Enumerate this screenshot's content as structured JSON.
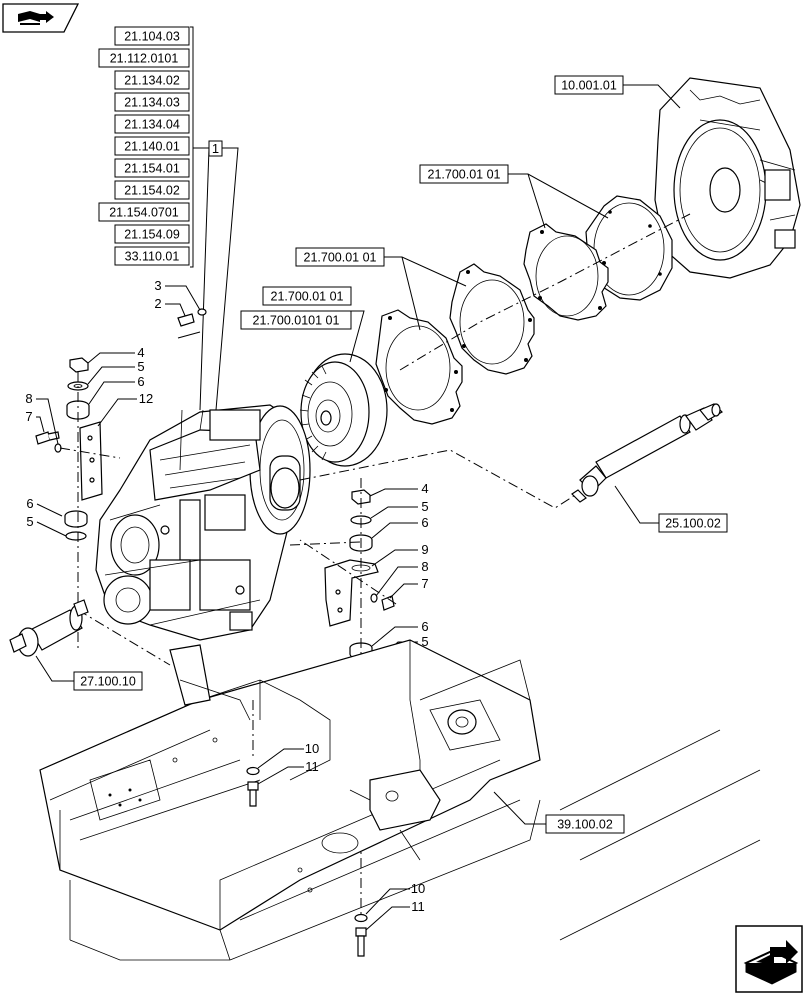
{
  "figure": {
    "type": "exploded parts diagram",
    "reference_codes": {
      "stack": [
        "21.104.03",
        "21.112.0101",
        "21.134.02",
        "21.134.03",
        "21.134.04",
        "21.140.01",
        "21.154.01",
        "21.154.02",
        "21.154.0701",
        "21.154.09",
        "33.110.01"
      ],
      "engine": "10.001.01",
      "plate_back": "21.700.01 01",
      "plate_mid": "21.700.01 01",
      "converter_a": "21.700.01 01",
      "converter_b": "21.700.0101 01",
      "driveshaft_right": "25.100.02",
      "driveshaft_left": "27.100.10",
      "frame": "39.100.02"
    },
    "callouts": {
      "transmission": "1",
      "bolt_top": "2",
      "washer_top": "3",
      "l_nut": "4",
      "l_washer": "5",
      "l_mount": "6",
      "l_bolt": "7",
      "l_bolt_washer": "8",
      "l_bracket": "12",
      "l_low_mount": "6",
      "l_low_washer": "5",
      "r_nut": "4",
      "r_washer": "5",
      "r_mount": "6",
      "r_bracket": "9",
      "r_bolt_washer": "8",
      "r_bolt": "7",
      "r_low_mount": "6",
      "r_low_washer": "5",
      "m_washer": "10",
      "m_bolt": "11",
      "b_washer": "10",
      "b_bolt": "11"
    }
  },
  "icons": {
    "top_left": "book-arrow-icon",
    "bottom_right": "next-page-arrow-icon"
  }
}
